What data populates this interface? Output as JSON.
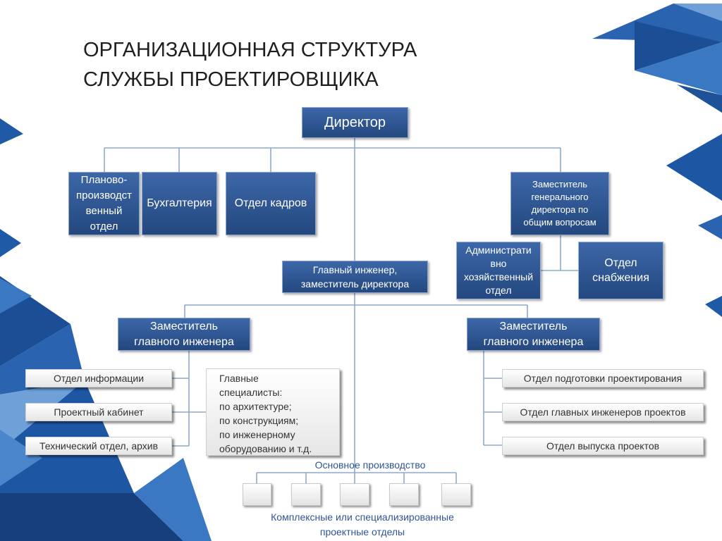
{
  "title": {
    "line1": "ОРГАНИЗАЦИОННАЯ СТРУКТУРА",
    "line2": "СЛУЖБЫ ПРОЕКТИРОВЩИКА"
  },
  "nodes": {
    "director": "Директор",
    "planning": [
      "Планово-",
      "производст",
      "венный",
      "отдел"
    ],
    "accounting": "Бухгалтерия",
    "hr": "Отдел кадров",
    "deputy_general": [
      "Заместитель",
      "генерального",
      "директора по",
      "общим вопросам"
    ],
    "admin": [
      "Администрати",
      "вно",
      "хозяйственный",
      "отдел"
    ],
    "supply": [
      "Отдел",
      "снабжения"
    ],
    "chief_engineer": [
      "Главный инженер,",
      "заместитель директора"
    ],
    "deputy_left": [
      "Заместитель",
      "главного инженера"
    ],
    "deputy_right": [
      "Заместитель",
      "главного инженера"
    ],
    "left_depts": [
      "Отдел информации",
      "Проектный кабинет",
      "Технический отдел, архив"
    ],
    "specialists": [
      "Главные",
      "специалисты:",
      "по архитектуре;",
      "по конструкциям;",
      "по инженерному",
      "оборудованию и т.д."
    ],
    "right_depts": [
      "Отдел подготовки проектирования",
      "Отдел главных инженеров проектов",
      "Отдел выпуска проектов"
    ],
    "production_label": "Основное производство",
    "production_units": 5,
    "project_depts": [
      "Комплексные или специализированные",
      "проектные отделы"
    ]
  },
  "colors": {
    "box_blue": "#2e5590",
    "connector": "#8fa8cc",
    "text_blue": "#2f5597",
    "decor_blue": "#1f5aa6"
  }
}
